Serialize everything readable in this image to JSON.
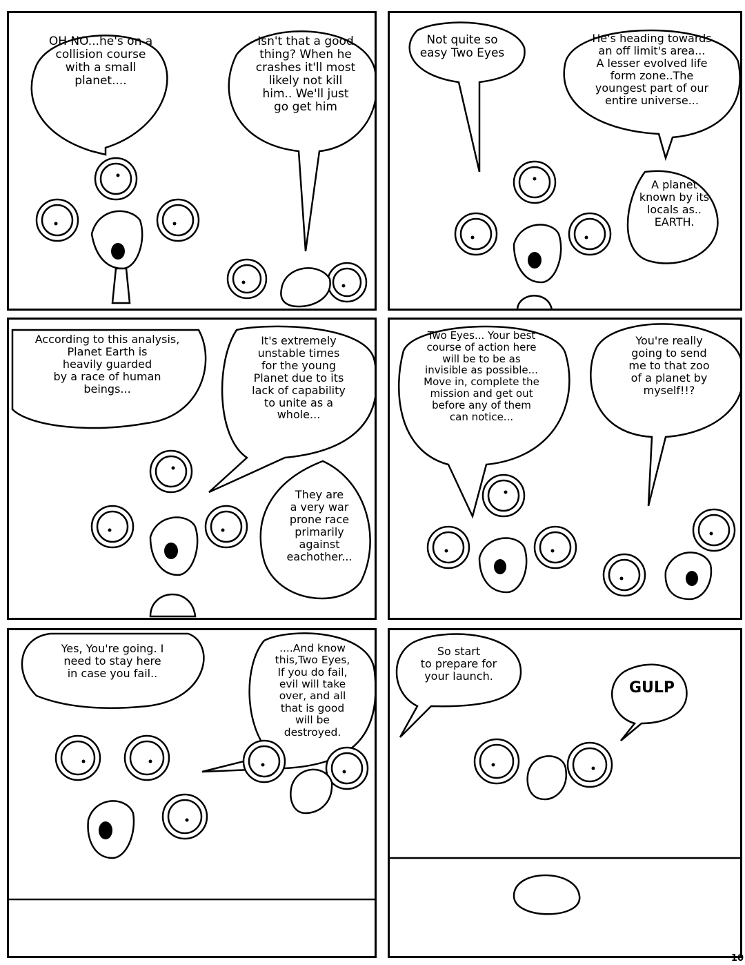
{
  "panels": [
    {
      "bubbles": [
        "OH NO...he's on a\ncollision course\nwith a small\nplanet....",
        "Isn't that a good\nthing? When he\ncrashes it'll most\nlikely not kill\nhim.. We'll just\ngo get him"
      ]
    },
    {
      "bubbles": [
        "Not quite so\neasy Two Eyes",
        "He's heading towards\nan off limit's area...\nA lesser evolved life\nform zone..The\nyoungest part of our\nentire universe...",
        "A planet\nknown by its\nlocals as..\nEARTH."
      ]
    },
    {
      "bubbles": [
        "According to this analysis,\nPlanet Earth is\nheavily guarded\nby a race of human\nbeings...",
        "It's extremely\nunstable times\nfor the young\nPlanet due to its\nlack of capability\nto unite as a\nwhole...",
        "They are\na very war\nprone race\nprimarily\nagainst\neachother..."
      ]
    },
    {
      "bubbles": [
        "Two Eyes... Your best\ncourse of action here\nwill be to be as\ninvisible as possible...\nMove in, complete the\nmission and get out\nbefore any of them\ncan notice...",
        "You're really\ngoing to send\nme to that zoo\nof a planet by\nmyself!!?"
      ]
    },
    {
      "bubbles": [
        "Yes, You're going. I\nneed to stay here\nin case you fail..",
        "....And know\nthis,Two Eyes,\nIf you do fail,\nevil will take\nover, and all\nthat is good\nwill be\ndestroyed."
      ]
    },
    {
      "bubbles": [
        "So start\nto prepare for\nyour launch.",
        "GULP"
      ]
    }
  ],
  "page_number": "10"
}
